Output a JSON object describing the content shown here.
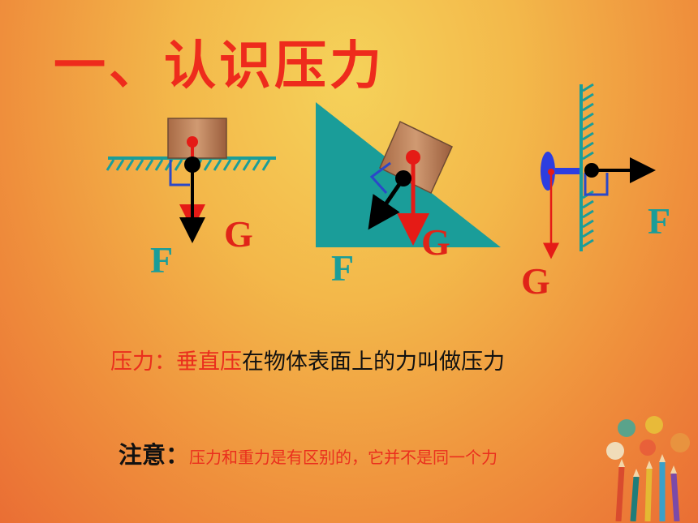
{
  "title": "一、认识压力",
  "diagrams": {
    "flat": {
      "f_label": "F",
      "g_label": "G"
    },
    "incline": {
      "f_label": "F",
      "g_label": "G"
    },
    "wall": {
      "f_label": "F",
      "g_label": "G"
    }
  },
  "definition": {
    "term": "压力",
    "colon": "：",
    "key": "垂直压",
    "rest": "在物体表面上的力叫做压力"
  },
  "note": {
    "label": "注意：",
    "text": "压力和重力是有区别的，它并不是同一个力"
  },
  "colors": {
    "title": "#ee2b1c",
    "teal": "#1a9d99",
    "red": "#e02418"
  },
  "icons": [
    "pencils-decoration-icon"
  ]
}
